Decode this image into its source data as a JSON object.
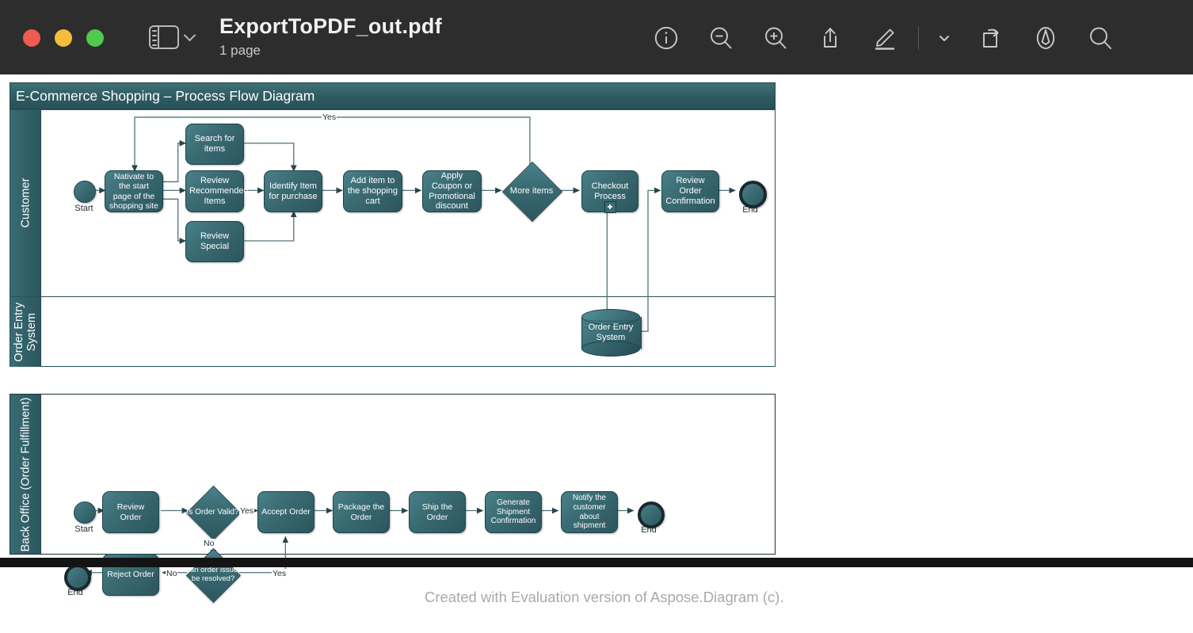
{
  "window": {
    "title": "ExportToPDF_out.pdf",
    "subtitle": "1 page",
    "traffic_lights": [
      "close",
      "minimize",
      "zoom"
    ],
    "sidebar_toggle_icon": "sidebar-icon",
    "sidebar_chevron_icon": "chevron-down-icon",
    "colors": {
      "titlebar_bg": "#2d2d2d",
      "accent_teal": "#3a6b73",
      "lane_header": "#2c575e",
      "page_bg": "#ffffff"
    }
  },
  "toolbar": {
    "items": [
      {
        "name": "info-icon",
        "label": "Info"
      },
      {
        "name": "zoom-out-icon",
        "label": "Zoom Out"
      },
      {
        "name": "zoom-in-icon",
        "label": "Zoom In"
      },
      {
        "name": "share-icon",
        "label": "Share"
      },
      {
        "name": "markup-icon",
        "label": "Markup"
      },
      {
        "name": "markup-chevron-icon",
        "label": "Markup Options"
      },
      {
        "name": "rotate-icon",
        "label": "Rotate"
      },
      {
        "name": "annotate-icon",
        "label": "Annotate"
      },
      {
        "name": "search-icon",
        "label": "Search"
      }
    ]
  },
  "diagram": {
    "title": "E-Commerce Shopping – Process Flow Diagram",
    "watermark": "Created with Evaluation version of Aspose.Diagram (c).",
    "lanes": [
      {
        "id": "customer",
        "label": "Customer"
      },
      {
        "id": "order-entry-system",
        "label": "Order Entry\nSystem"
      },
      {
        "id": "back-office",
        "label": "Back Office (Order Fulfillment)"
      }
    ],
    "customer_lane": {
      "start_label": "Start",
      "end_label": "End",
      "nodes": [
        {
          "id": "navigate",
          "text": "Nativate to the start page of the shopping site"
        },
        {
          "id": "search-items",
          "text": "Search for items"
        },
        {
          "id": "review-recommended",
          "text": "Review Recommended Items"
        },
        {
          "id": "review-special",
          "text": "Review Special"
        },
        {
          "id": "identify-item",
          "text": "Identify Item for purchase"
        },
        {
          "id": "add-to-cart",
          "text": "Add item to the shopping cart"
        },
        {
          "id": "apply-coupon",
          "text": "Apply Coupon or Promotional discount"
        },
        {
          "id": "more-items",
          "text": "More items",
          "shape": "decision"
        },
        {
          "id": "checkout",
          "text": "Checkout Process",
          "marker": "subprocess-plus"
        },
        {
          "id": "review-confirmation",
          "text": "Review Order Confirmation"
        }
      ],
      "edge_labels": [
        {
          "id": "more-items-yes",
          "text": "Yes"
        }
      ]
    },
    "order_entry_lane": {
      "nodes": [
        {
          "id": "order-entry-db",
          "text": "Order Entry System",
          "shape": "database"
        }
      ]
    },
    "back_office_lane": {
      "start_label": "Start",
      "end_label_top": "End",
      "end_label_bottom": "End",
      "nodes": [
        {
          "id": "review-order",
          "text": "Review Order"
        },
        {
          "id": "is-order-valid",
          "text": "Is Order Valid?",
          "shape": "decision"
        },
        {
          "id": "accept-order",
          "text": "Accept Order"
        },
        {
          "id": "package-order",
          "text": "Package the Order"
        },
        {
          "id": "ship-order",
          "text": "Ship the Order"
        },
        {
          "id": "generate-shipment-confirmation",
          "text": "Generate Shipment Confirmation"
        },
        {
          "id": "notify-customer",
          "text": "Notify the customer about shipment"
        },
        {
          "id": "can-issues-be-resolved",
          "text": "Can order issues be resolved?",
          "shape": "decision"
        },
        {
          "id": "reject-order",
          "text": "Reject Order"
        }
      ],
      "edge_labels": [
        {
          "id": "valid-yes",
          "text": "Yes"
        },
        {
          "id": "valid-no",
          "text": "No"
        },
        {
          "id": "resolved-yes",
          "text": "Yes"
        },
        {
          "id": "resolved-no",
          "text": "No"
        }
      ]
    }
  }
}
